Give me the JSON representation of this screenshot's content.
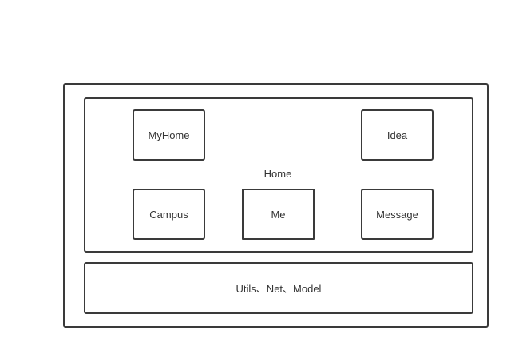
{
  "diagram": {
    "home_label": "Home",
    "nodes": {
      "myhome": "MyHome",
      "idea": "Idea",
      "campus": "Campus",
      "me": "Me",
      "message": "Message"
    },
    "bottom_label": "Utils、Net、Model"
  }
}
